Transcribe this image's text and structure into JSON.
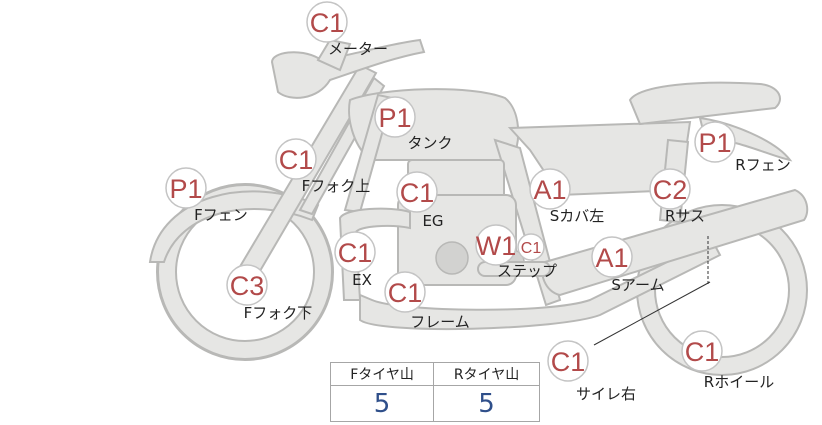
{
  "parts": [
    {
      "id": "meter",
      "code": "C1",
      "label": "メーター"
    },
    {
      "id": "tank",
      "code": "P1",
      "label": "タンク"
    },
    {
      "id": "r-fender",
      "code": "P1",
      "label": "Rフェン"
    },
    {
      "id": "f-fork-upper",
      "code": "C1",
      "label": "Fフォク上"
    },
    {
      "id": "f-fender",
      "code": "P1",
      "label": "Fフェン"
    },
    {
      "id": "engine",
      "code": "C1",
      "label": "EG"
    },
    {
      "id": "side-cover-left",
      "code": "A1",
      "label": "Sカバ左"
    },
    {
      "id": "r-suspension",
      "code": "C2",
      "label": "Rサス"
    },
    {
      "id": "exhaust",
      "code": "C1",
      "label": "EX"
    },
    {
      "id": "step",
      "code": "W1",
      "code2": "C1",
      "label": "ステップ"
    },
    {
      "id": "swing-arm",
      "code": "A1",
      "label": "Sアーム"
    },
    {
      "id": "f-fork-lower",
      "code": "C3",
      "label": "Fフォク下"
    },
    {
      "id": "frame",
      "code": "C1",
      "label": "フレーム"
    },
    {
      "id": "muffler-right",
      "code": "C1",
      "label": "サイレ右"
    },
    {
      "id": "r-wheel",
      "code": "C1",
      "label": "Rホイール"
    }
  ],
  "tire_tread": {
    "headers": [
      "Fタイヤ山",
      "Rタイヤ山"
    ],
    "values": [
      "5",
      "5"
    ]
  }
}
